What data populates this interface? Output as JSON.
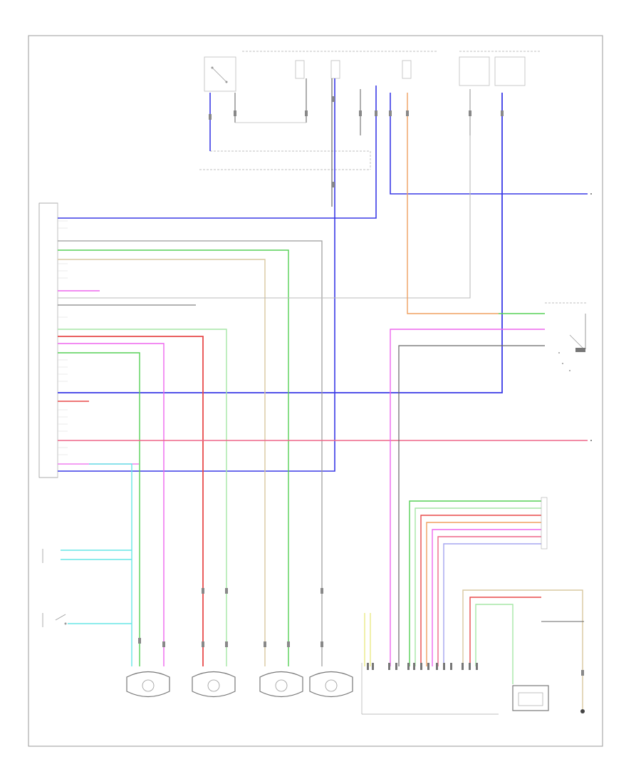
{
  "footer": {
    "code": ""
  },
  "colors": {
    "blue": "#3a3ae6",
    "red": "#e84a4a",
    "green": "#56d056",
    "light_green": "#a6e6a6",
    "pink": "#ee66ee",
    "cyan": "#66e6e6",
    "orange": "#f0a060",
    "tan": "#d8c8a0",
    "gray": "#9a9a9a",
    "dark_gray": "#666666",
    "yellow": "#e6e670",
    "lavender": "#a6a6f0"
  },
  "icons": {
    "brake_actuator": "connector-block",
    "wheel_sensors": "speed-sensor",
    "steering_sensor": "rectangular-sensor",
    "ground": "ground-icon"
  }
}
